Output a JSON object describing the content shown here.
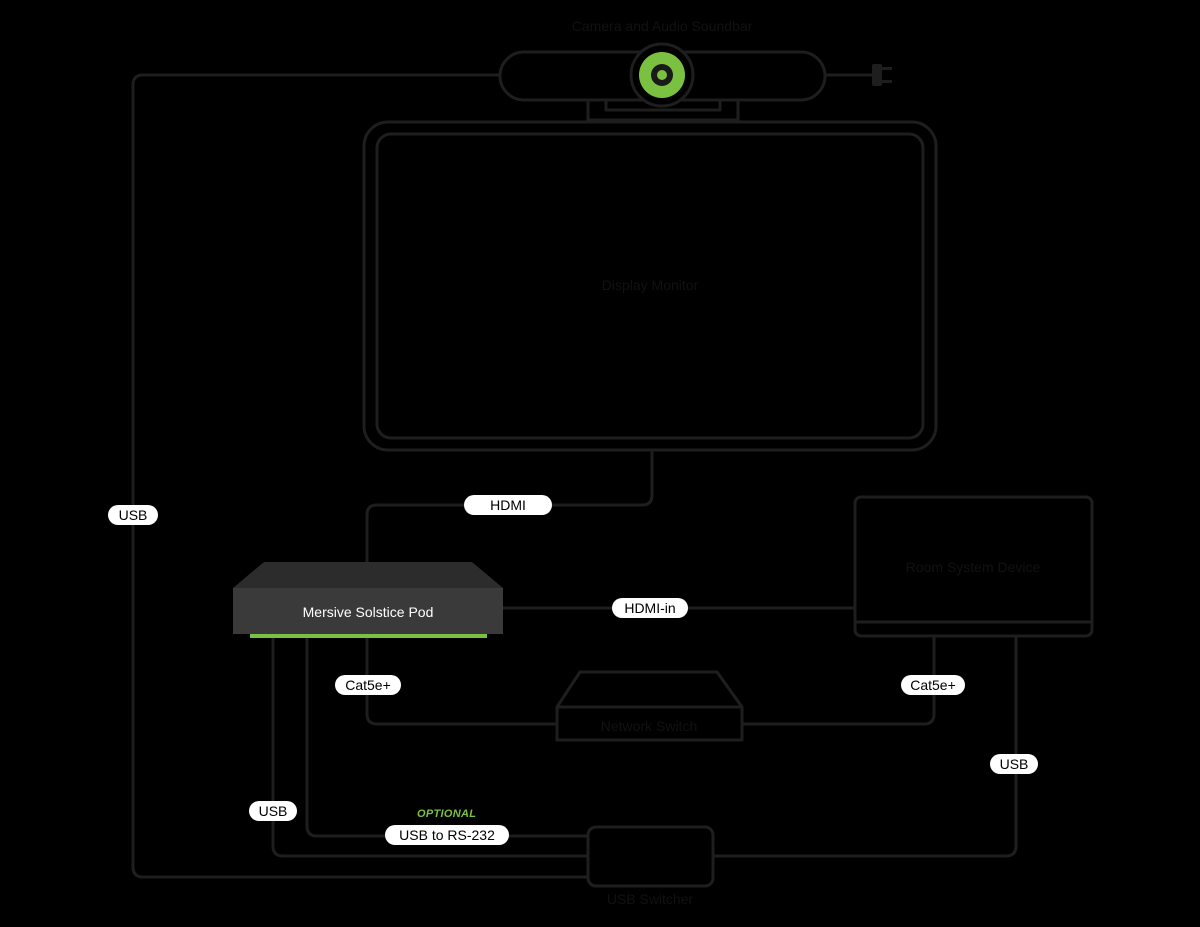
{
  "devices": {
    "camera": "Camera and Audio Soundbar",
    "display": "Display Monitor",
    "pod": "Mersive Solstice Pod",
    "room_system": "Room System Device",
    "network_switch": "Network Switch",
    "usb_switcher": "USB Switcher"
  },
  "connections": {
    "usb_camera": "USB",
    "hdmi": "HDMI",
    "hdmi_in": "HDMI-in",
    "cat_pod": "Cat5e+",
    "cat_room": "Cat5e+",
    "usb_room": "USB",
    "usb_pod": "USB",
    "rs232": "USB to RS-232",
    "optional_tag": "OPTIONAL"
  },
  "colors": {
    "background": "#000000",
    "line": "#1e1e1e",
    "accent": "#7ac142",
    "pod_body": "#3a3a3a",
    "pill": "#ffffff"
  },
  "icons": {
    "camera_lens": "camera-lens-icon",
    "power_plug": "power-plug-icon"
  }
}
